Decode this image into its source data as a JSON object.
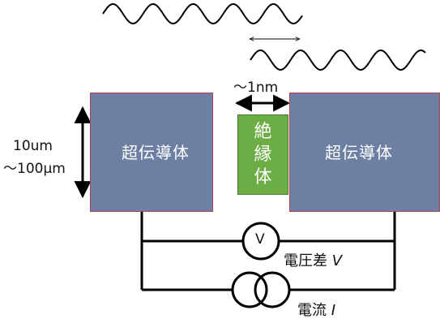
{
  "superconductor_left": "超伝導体",
  "superconductor_right": "超伝導体",
  "insulator_chars": [
    "絶",
    "縁",
    "体"
  ],
  "thickness": {
    "line1": "10um",
    "line2": "〜100μm"
  },
  "gap_label": "〜1nm",
  "voltmeter_symbol": "V",
  "voltage_label": {
    "text": "電圧差 ",
    "symbol": "V"
  },
  "current_label": {
    "text": "電流 ",
    "symbol": "I"
  },
  "colors": {
    "superconductor": "#6d7fa3",
    "superconductor_border": "#b3414b",
    "insulator": "#6cad46",
    "wire": "#000000"
  }
}
